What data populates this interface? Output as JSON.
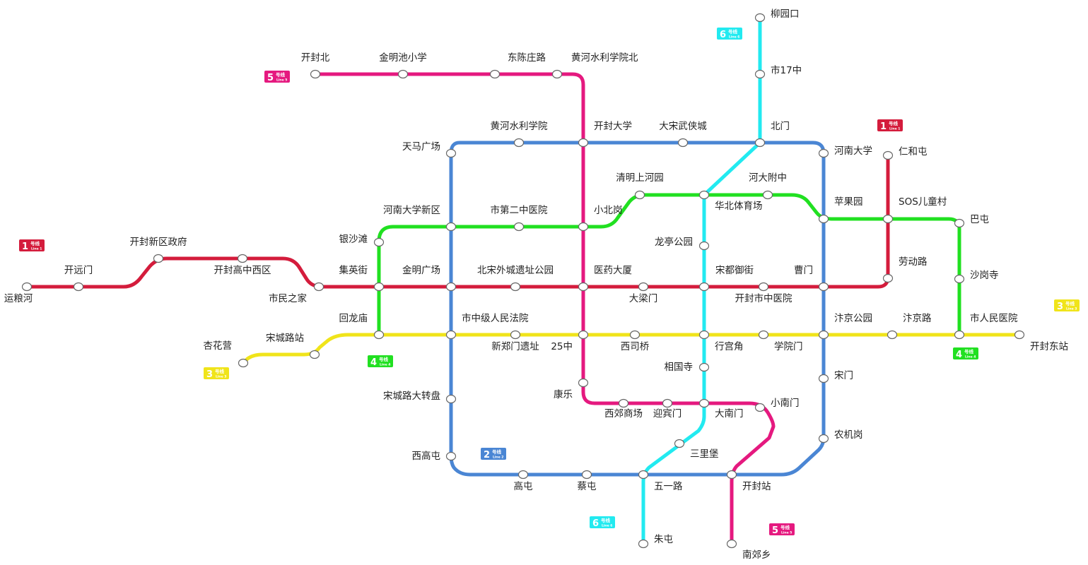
{
  "lines": [
    {
      "id": "1",
      "color": "#d41c3c",
      "badge_num": "1",
      "badge_text": "号线",
      "badge_sub": "Line 1"
    },
    {
      "id": "2",
      "color": "#4a86d4",
      "badge_num": "2",
      "badge_text": "号线",
      "badge_sub": "Line 2"
    },
    {
      "id": "3",
      "color": "#f0e41a",
      "badge_num": "3",
      "badge_text": "号线",
      "badge_sub": "Line 3"
    },
    {
      "id": "4",
      "color": "#21e021",
      "badge_num": "4",
      "badge_text": "号线",
      "badge_sub": "Line 4"
    },
    {
      "id": "5",
      "color": "#e5197f",
      "badge_num": "5",
      "badge_text": "号线",
      "badge_sub": "Line 5"
    },
    {
      "id": "6",
      "color": "#22eaf0",
      "badge_num": "6",
      "badge_text": "号线",
      "badge_sub": "Line 6"
    }
  ],
  "stations": [
    "运粮河",
    "开远门",
    "开封新区政府",
    "开封高中西区",
    "市民之家",
    "集英街",
    "金明广场",
    "北宋外城遗址公园",
    "医药大厦",
    "大梁门",
    "宋都御街",
    "开封市中医院",
    "曹门",
    "劳动路",
    "仁和屯",
    "天马广场",
    "黄河水利学院",
    "开封大学",
    "大宋武侠城",
    "北门",
    "河南大学",
    "苹果园",
    "宋门",
    "农机岗",
    "开封站",
    "五一路",
    "蔡屯",
    "高屯",
    "西高屯",
    "宋城路大转盘",
    "市中级人民法院",
    "杏花营",
    "宋城路站",
    "回龙庙",
    "新郑门遗址",
    "25中",
    "西司桥",
    "行宫角",
    "学院门",
    "汴京公园",
    "汴京路",
    "市人民医院",
    "开封东站",
    "银沙滩",
    "河南大学新区",
    "市第二中医院",
    "小北岗",
    "清明上河园",
    "华北体育场",
    "河大附中",
    "SOS儿童村",
    "巴屯",
    "沙岗寺",
    "开封北",
    "金明池小学",
    "东陈庄路",
    "黄河水利学院北",
    "康乐",
    "西郊商场",
    "迎宾门",
    "大南门",
    "小南门",
    "南郊乡",
    "柳园口",
    "市17中",
    "龙亭公园",
    "相国寺",
    "三里堡",
    "朱屯"
  ]
}
